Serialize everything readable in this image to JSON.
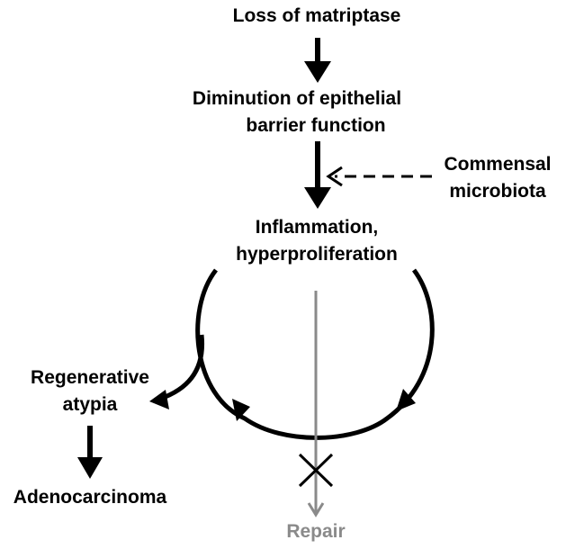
{
  "nodes": {
    "loss": "Loss of matriptase",
    "diminution_line1": "Diminution of epithelial",
    "diminution_line2": "barrier function",
    "commensal_line1": "Commensal",
    "commensal_line2": "microbiota",
    "inflammation_line1": "Inflammation,",
    "inflammation_line2": "hyperproliferation",
    "regenerative_line1": "Regenerative",
    "regenerative_line2": "atypia",
    "adenocarcinoma": "Adenocarcinoma",
    "repair": "Repair"
  },
  "colors": {
    "primary": "#000000",
    "repair": "#8a8a8a"
  }
}
